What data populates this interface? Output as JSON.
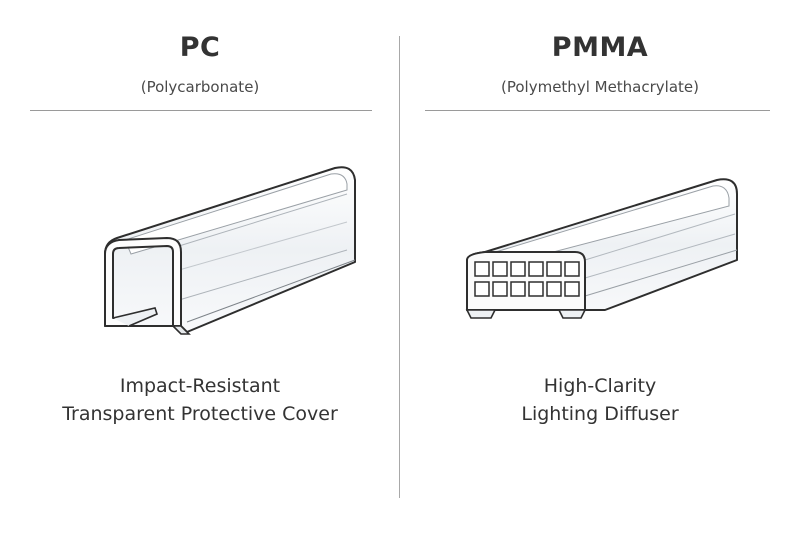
{
  "left": {
    "title": "PC",
    "subtitle": "(Polycarbonate)",
    "caption_line1": "Impact-Resistant",
    "caption_line2": "Transparent Protective Cover",
    "illustration_icon": "u-channel-cover-profile-icon"
  },
  "right": {
    "title": "PMMA",
    "subtitle": "(Polymethyl Methacrylate)",
    "caption_line1": "High-Clarity",
    "caption_line2": "Lighting Diffuser",
    "illustration_icon": "multi-cell-diffuser-profile-icon"
  },
  "colors": {
    "outline": "#2e2e2e",
    "body_fill": "#f4f6f8",
    "highlight": "#ffffff",
    "divider": "#a8a8a8"
  }
}
